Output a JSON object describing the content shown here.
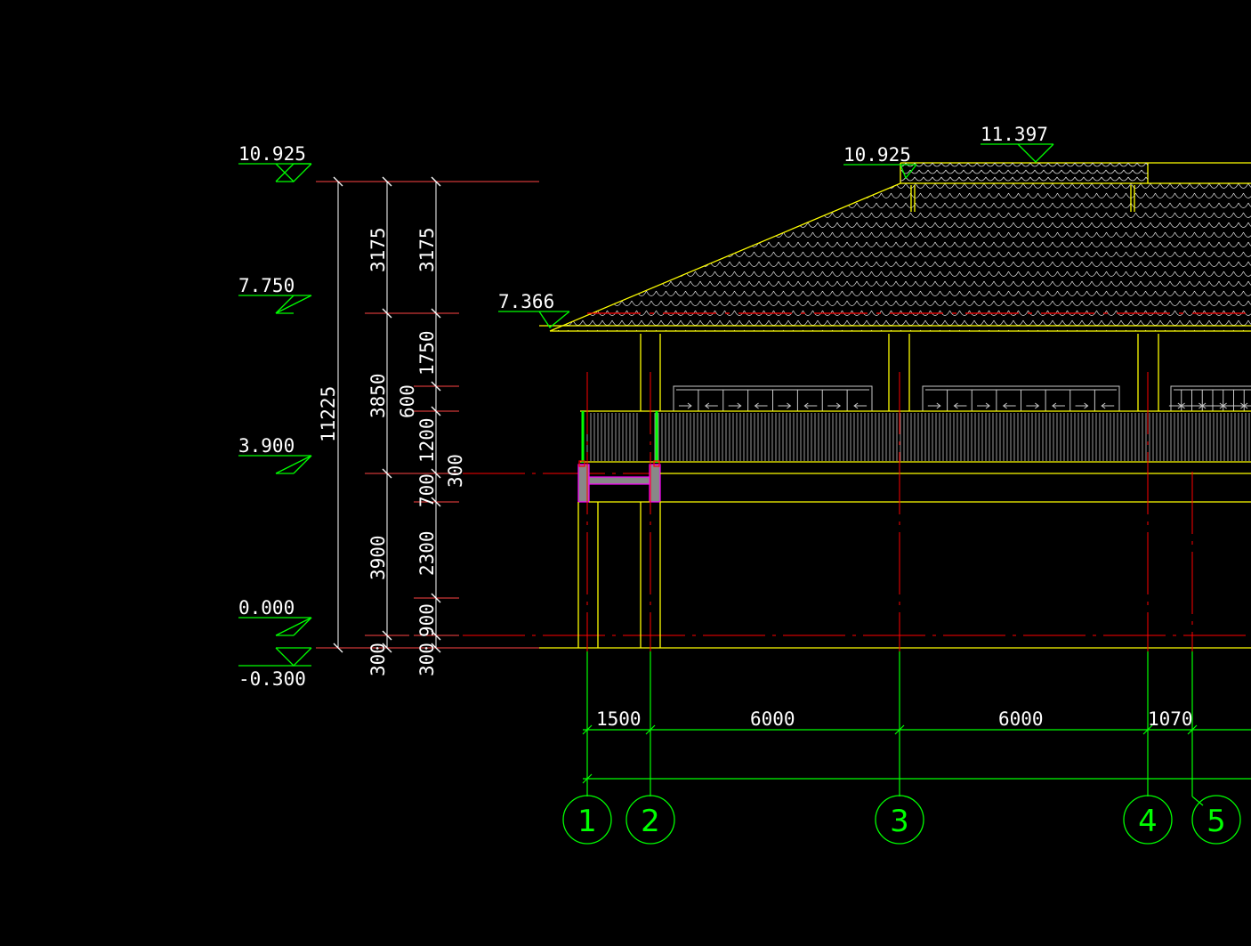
{
  "elevation_marks": {
    "left": [
      "10.925",
      "7.750",
      "3.900",
      "0.000",
      "-0.300"
    ],
    "eave": "7.366",
    "ridge_left": "10.925",
    "ridge_top": "11.397"
  },
  "vertical_dims": {
    "total": "11225",
    "chain1": [
      "3175",
      "3850",
      "3900",
      "300"
    ],
    "chain2": [
      "3175",
      "1750",
      "600",
      "1200",
      "700",
      "2300",
      "900",
      "300"
    ],
    "chain3": "300"
  },
  "horizontal_dims": [
    "1500",
    "6000",
    "6000",
    "1070"
  ],
  "axes": [
    "1",
    "2",
    "3",
    "4",
    "5"
  ],
  "colors": {
    "background": "#000000",
    "outline": "#ffff00",
    "dimension": "#00ff00",
    "centerline": "#ff0000",
    "text": "#ffffff",
    "railing": "#c0c0c0",
    "beam": "#ff00ff"
  }
}
